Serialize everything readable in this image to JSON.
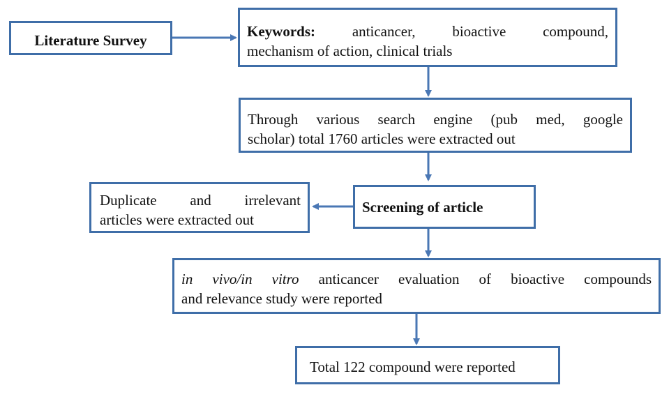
{
  "colors": {
    "border": "#3f6ea8",
    "arrow": "#4a77b4",
    "text": "#111111"
  },
  "boxes": {
    "literature_survey": {
      "label": "Literature Survey"
    },
    "keywords": {
      "heading": "Keywords:",
      "line1_rest": "anticancer,  bioactive  compound,",
      "line2": "mechanism  of action, clinical trials"
    },
    "search_engine": {
      "line1": "Through  various  search  engine  (pub  med,  google",
      "line2": "scholar)  total  1760 articles were extracted  out"
    },
    "duplicates": {
      "line1": "Duplicate  and    irrelevant",
      "line2": "articles were extracted  out"
    },
    "screening": {
      "label": "Screening of article"
    },
    "evaluation": {
      "italic": "in vivo/in vitro",
      "line1_rest": " anticancer  evaluation  of  bioactive  compounds",
      "line2": "and relevance  study  were reported"
    },
    "total": {
      "label": "Total 122 compound were reported"
    }
  }
}
